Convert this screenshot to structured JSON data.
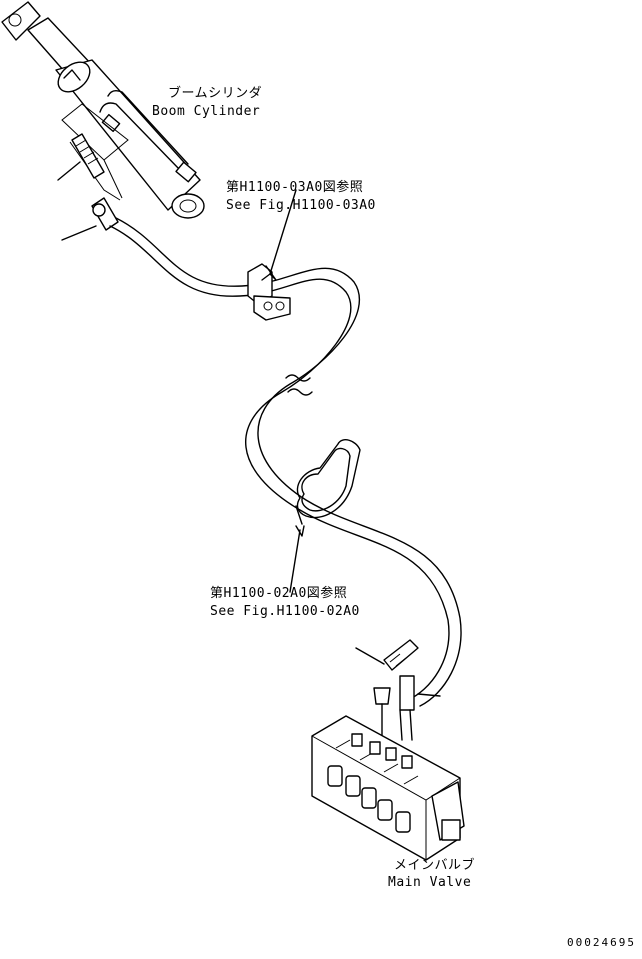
{
  "labels": {
    "boom_cylinder_jp": "ブームシリンダ",
    "boom_cylinder_en": "Boom Cylinder",
    "ref_top_jp": "第H1100-03A0図参照",
    "ref_top_en": "See Fig.H1100-03A0",
    "ref_mid_jp": "第H1100-02A0図参照",
    "ref_mid_en": "See Fig.H1100-02A0",
    "main_valve_jp": "メインバルブ",
    "main_valve_en": "Main Valve"
  },
  "document_number": "00024695"
}
